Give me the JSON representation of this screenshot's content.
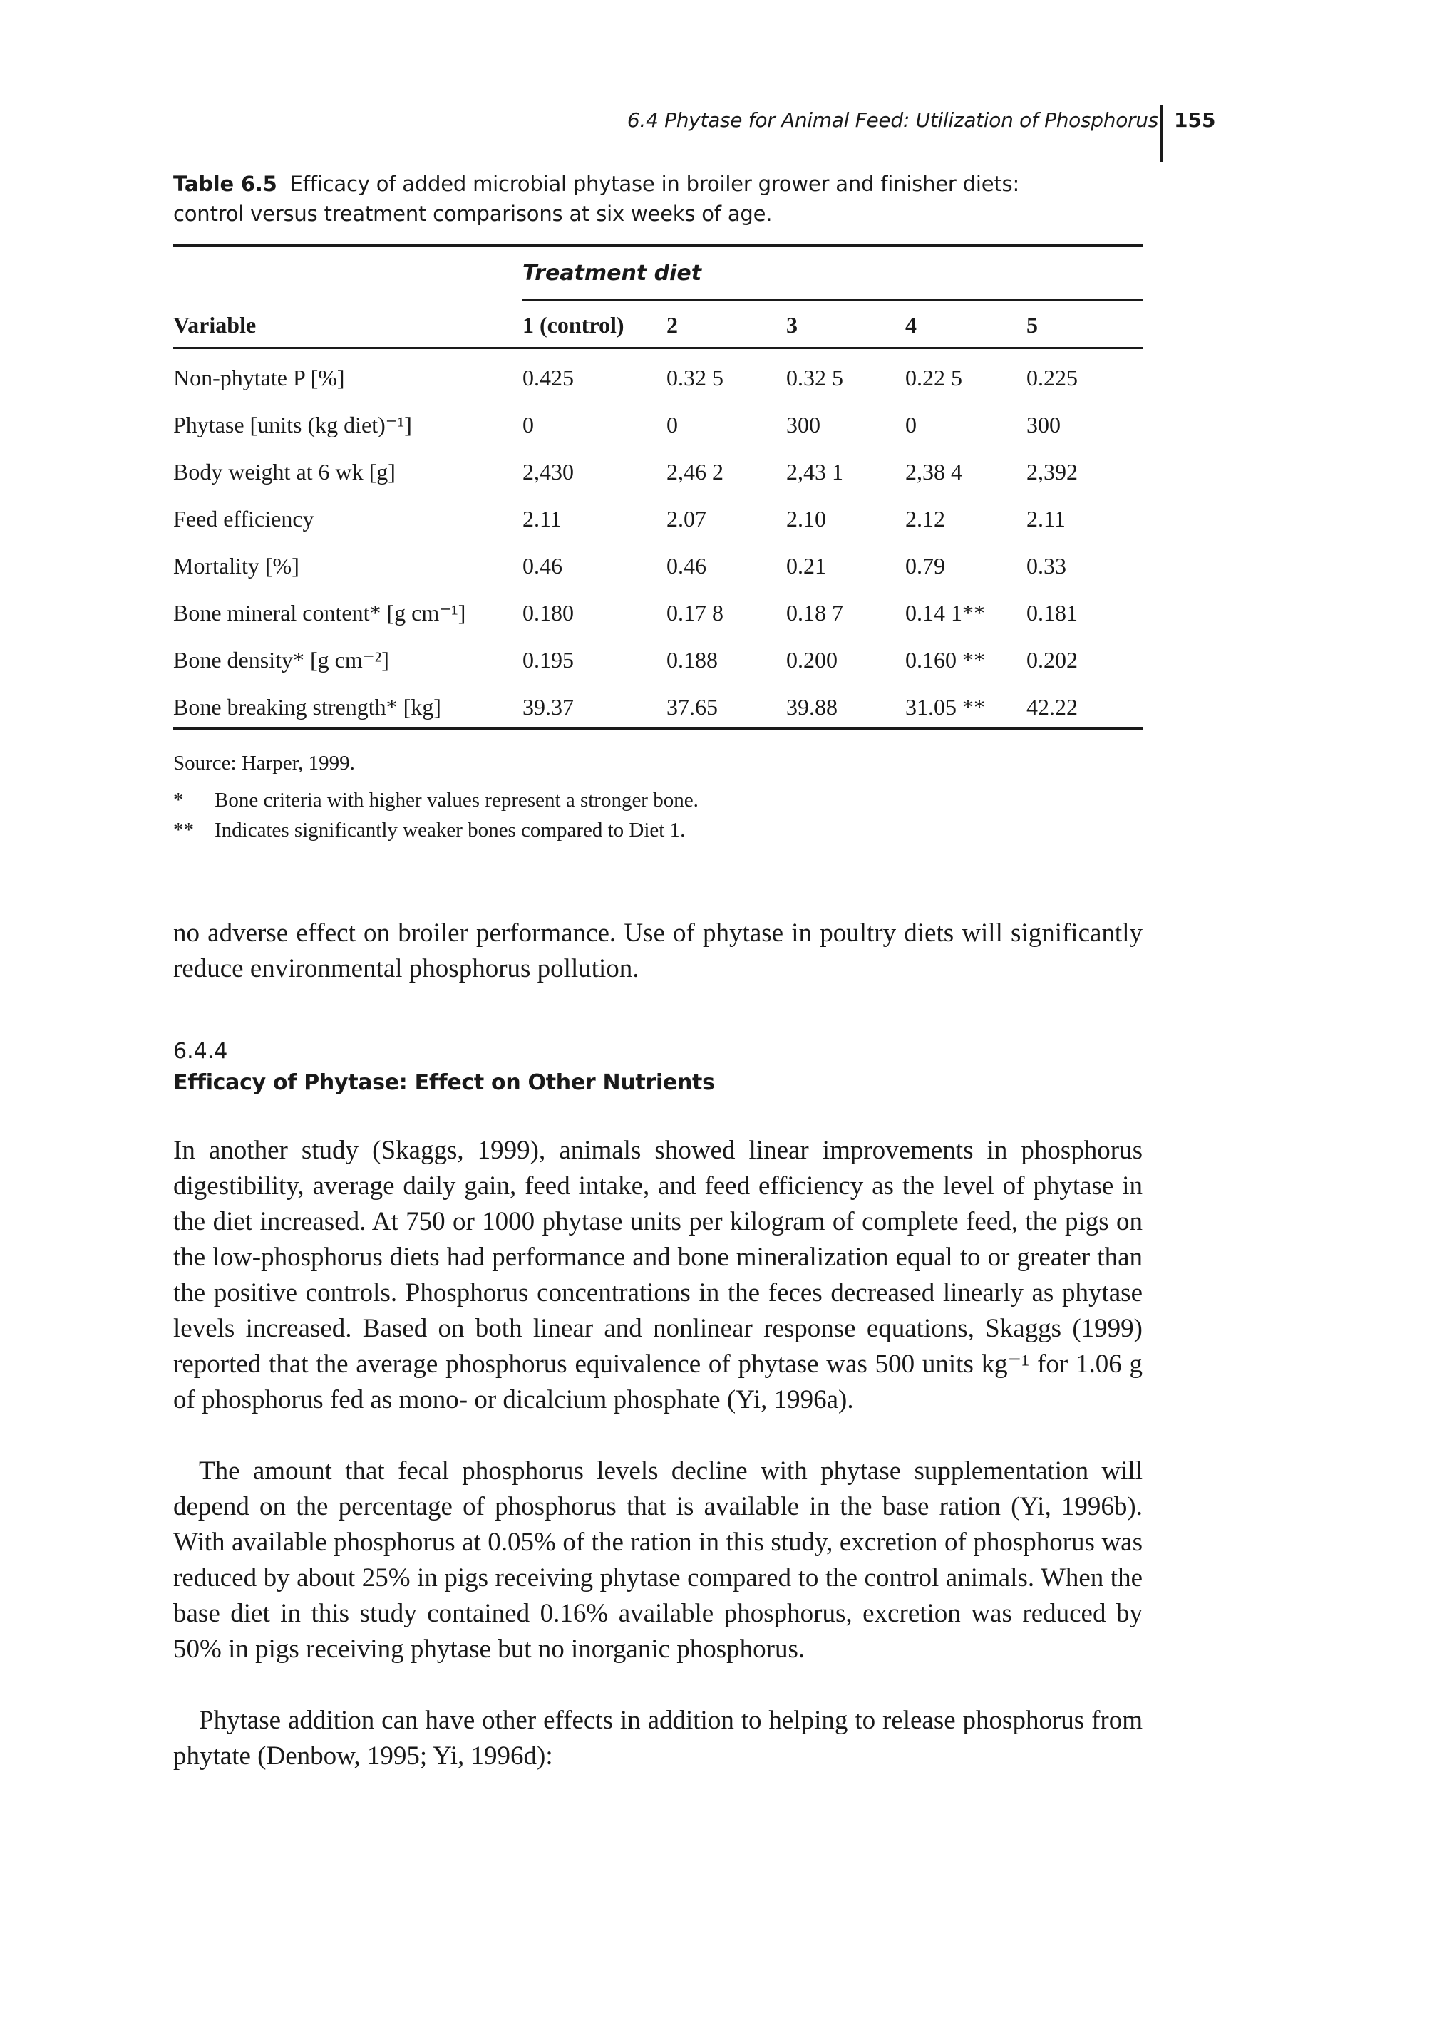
{
  "header": {
    "running_title": "6.4 Phytase for Animal Feed: Utilization of Phosphorus",
    "page_number": "155"
  },
  "table": {
    "label": "Table 6.5",
    "caption_line1": "Efficacy of added microbial phytase in broiler grower and finisher diets:",
    "caption_line2": "control versus treatment comparisons at six weeks of age.",
    "group_header": "Treatment diet",
    "columns": [
      "Variable",
      "1 (control)",
      "2",
      "3",
      "4",
      "5"
    ],
    "rows": [
      [
        "Non-phytate P [%]",
        "0.425",
        "0.32 5",
        "0.32 5",
        "0.22 5",
        "0.225"
      ],
      [
        "Phytase [units (kg diet)⁻¹]",
        "0",
        "0",
        "300",
        "0",
        "300"
      ],
      [
        "Body weight at 6 wk [g]",
        "2,430",
        "2,46 2",
        "2,43 1",
        "2,38 4",
        "2,392"
      ],
      [
        "Feed efficiency",
        "2.11",
        "2.07",
        "2.10",
        "2.12",
        "2.11"
      ],
      [
        "Mortality [%]",
        "0.46",
        "0.46",
        "0.21",
        "0.79",
        "0.33"
      ],
      [
        "Bone mineral content* [g cm⁻¹]",
        "0.180",
        "0.17 8",
        "0.18 7",
        "0.14 1**",
        "0.181"
      ],
      [
        "Bone density* [g cm⁻²]",
        "0.195",
        "0.188",
        "0.200",
        "0.160 **",
        "0.202"
      ],
      [
        "Bone breaking strength* [kg]",
        "39.37",
        "37.65",
        "39.88",
        "31.05 **",
        "42.22"
      ]
    ],
    "source": "Source: Harper, 1999.",
    "footnotes": [
      {
        "mark": "*",
        "text": "Bone criteria with higher values represent a stronger bone."
      },
      {
        "mark": "**",
        "text": "Indicates significantly weaker bones compared to Diet 1."
      }
    ]
  },
  "body": {
    "para_continued": "no adverse effect on broiler performance. Use of phytase in poultry diets will significantly reduce environmental phosphorus pollution.",
    "section_number": "6.4.4",
    "section_title": "Efficacy of Phytase: Effect on Other Nutrients",
    "para1": "In another study (Skaggs, 1999), animals showed linear improvements in phosphorus digestibility, average daily gain, feed intake, and feed efficiency as the level of phytase in the diet increased. At 750 or 1000 phytase units per kilogram of complete feed, the pigs on the low-phosphorus diets had performance and bone mineralization equal to or greater than the positive controls. Phosphorus concentrations in the feces decreased linearly as phytase levels increased. Based on both linear and nonlinear response equations, Skaggs (1999) reported that the average phosphorus equivalence of phytase was 500 units kg⁻¹ for 1.06 g of phosphorus fed as mono- or dicalcium phosphate (Yi, 1996a).",
    "para2": "The amount that fecal phosphorus levels decline with phytase supplementation will depend on the percentage of phosphorus that is available in the base ration (Yi, 1996b). With available phosphorus at 0.05% of the ration in this study, excretion of phosphorus was reduced by about 25% in pigs receiving phytase compared to the control animals. When the base diet in this study contained 0.16% available phosphorus, excretion was reduced by 50% in pigs receiving phytase but no inorganic phosphorus.",
    "para3": "Phytase addition can have other effects in addition to helping to release phosphorus from phytate (Denbow, 1995; Yi, 1996d):"
  }
}
